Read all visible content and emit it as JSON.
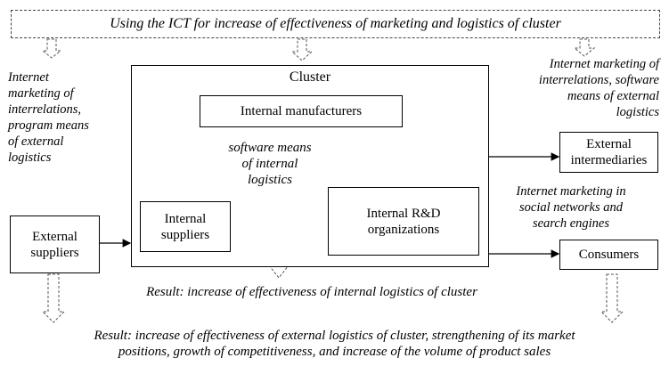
{
  "top_banner": "Using the ICT for increase of effectiveness of marketing and logistics of cluster",
  "cluster": {
    "title": "Cluster",
    "manufacturers": "Internal manufacturers",
    "software_note": [
      "software means",
      "of internal",
      "logistics"
    ],
    "suppliers": [
      "Internal",
      "suppliers"
    ],
    "rnd": [
      "Internal R&D",
      "organizations"
    ]
  },
  "external_suppliers": [
    "External",
    "suppliers"
  ],
  "external_intermediaries": [
    "External",
    "intermediaries"
  ],
  "consumers": "Consumers",
  "left_note": [
    "Internet",
    "marketing of",
    "interrelations,",
    "program means",
    "of external",
    "logistics"
  ],
  "right_top_note": [
    "Internet marketing of",
    "interrelations, software",
    "means of external",
    "logistics"
  ],
  "right_mid_note": [
    "Internet marketing in",
    "social networks and",
    "search engines"
  ],
  "result_internal": "Result: increase of effectiveness of internal logistics of cluster",
  "result_external": [
    "Result: increase of effectiveness of external logistics of cluster, strengthening of its market",
    "positions, growth of competitiveness, and increase of the volume of product sales"
  ]
}
